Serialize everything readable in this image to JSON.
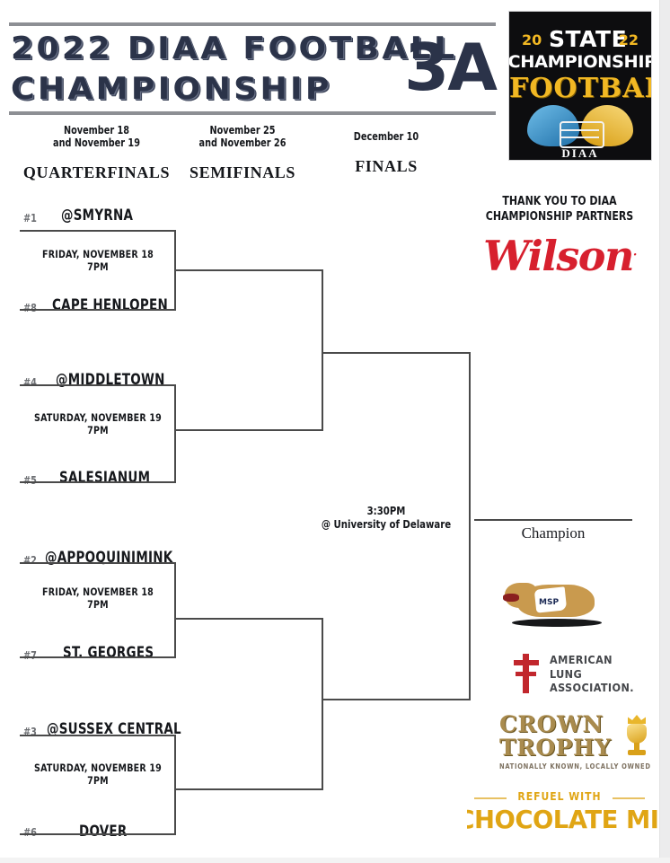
{
  "title": {
    "line1": "2022 DIAA FOOTBALL",
    "line2": "CHAMPIONSHIP",
    "classification": "3A"
  },
  "rounds": [
    {
      "dates_line1": "November 18",
      "dates_line2": "and November 19",
      "name": "QUARTERFINALS"
    },
    {
      "dates_line1": "November 25",
      "dates_line2": "and November 26",
      "name": "SEMIFINALS"
    },
    {
      "dates_line1": "December 10",
      "dates_line2": "",
      "name": "FINALS"
    }
  ],
  "quarterfinals": [
    {
      "top_seed": "#1",
      "top_team": "@SMYRNA",
      "bottom_seed": "#8",
      "bottom_team": "CAPE HENLOPEN",
      "day_date": "FRIDAY, NOVEMBER 18",
      "time": "7PM"
    },
    {
      "top_seed": "#4",
      "top_team": "@MIDDLETOWN",
      "bottom_seed": "#5",
      "bottom_team": "SALESIANUM",
      "day_date": "SATURDAY, NOVEMBER 19",
      "time": "7PM"
    },
    {
      "top_seed": "#2",
      "top_team": "@APPOQUINIMINK",
      "bottom_seed": "#7",
      "bottom_team": "ST. GEORGES",
      "day_date": "FRIDAY, NOVEMBER 18",
      "time": "7PM"
    },
    {
      "top_seed": "#3",
      "top_team": "@SUSSEX CENTRAL",
      "bottom_seed": "#6",
      "bottom_team": "DOVER",
      "day_date": "SATURDAY, NOVEMBER 19",
      "time": "7PM"
    }
  ],
  "final": {
    "time": "3:30PM",
    "venue": "@ University of Delaware",
    "champion_label": "Champion"
  },
  "state_logo": {
    "year_left": "20",
    "year_right": "22",
    "state": "STATE",
    "championships": "CHAMPIONSHIPS",
    "sport": "FOOTBALL",
    "org": "DIAA"
  },
  "sponsors": {
    "thank_you_line1": "THANK YOU TO DIAA",
    "thank_you_line2": "CHAMPIONSHIP PARTNERS",
    "wilson": "Wilson",
    "wilson_tm": ".",
    "msp": "MSP",
    "ala_line1": "AMERICAN",
    "ala_line2": "LUNG",
    "ala_line3": "ASSOCIATION.",
    "crown_line1": "CROWN",
    "crown_line2": "TROPHY",
    "crown_tagline": "NATIONALLY KNOWN, LOCALLY OWNED",
    "choco_top": "REFUEL WITH",
    "choco_main": "CHOCOLATE MILK"
  },
  "colors": {
    "title_navy": "#2b3349",
    "wilson_red": "#d7202e",
    "gold": "#e0a514",
    "logo_black": "#0d0d0f",
    "ala_red": "#c1272d"
  }
}
